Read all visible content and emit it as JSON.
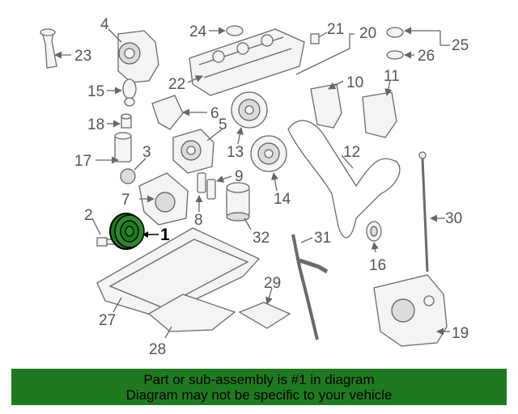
{
  "callouts": [
    "1",
    "2",
    "3",
    "4",
    "5",
    "6",
    "7",
    "8",
    "9",
    "10",
    "11",
    "12",
    "13",
    "14",
    "15",
    "16",
    "17",
    "18",
    "19",
    "20",
    "21",
    "22",
    "23",
    "24",
    "25",
    "26",
    "27",
    "28",
    "29",
    "30",
    "31",
    "32"
  ],
  "banner": {
    "line1": "Part or sub-assembly is #1 in diagram",
    "line2": "Diagram may not be specific to your vehicle"
  },
  "colors": {
    "banner": "#1e7a1e",
    "highlight": "#1f7a1f"
  }
}
